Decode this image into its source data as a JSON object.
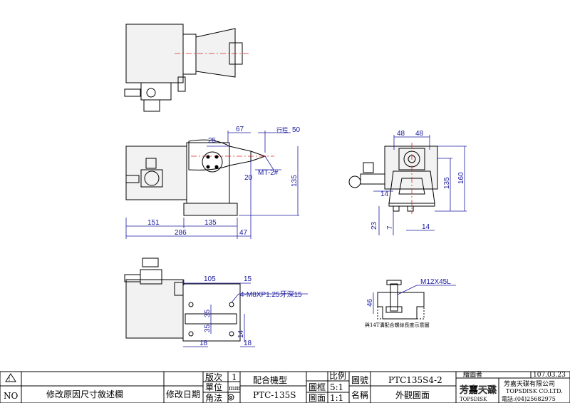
{
  "dimensions": {
    "top_view": {},
    "front_view": {
      "d25": "25",
      "d67": "67",
      "stroke_label": "行程",
      "d50": "50",
      "mt": "MT-2#",
      "d20": "20",
      "d135v": "135",
      "d151": "151",
      "d135h": "135",
      "d286": "286",
      "d47": "47"
    },
    "side_view": {
      "d48a": "48",
      "d48b": "48",
      "d135": "135",
      "d160": "160",
      "d14a": "14",
      "d23": "23",
      "d7": "7",
      "d14b": "14"
    },
    "bottom_view": {
      "d105": "105",
      "d15": "15",
      "hole_spec": "4-M8XP1.25牙深15",
      "d35a": "35",
      "d35b": "35",
      "d14": "14",
      "d18a": "18",
      "d18b": "18"
    },
    "detail_view": {
      "bolt": "M12X45L",
      "d46": "46",
      "note": "與14T溝配合螺絲長度示意圖"
    }
  },
  "title_block": {
    "no_label": "NO",
    "revision_label": "修改原因尺寸敘述欄",
    "revision_date_label": "修改日期",
    "edition_label": "版次",
    "edition_value": "1",
    "unit_label": "單位",
    "unit_value": "mm",
    "angle_label": "角法",
    "model_label": "配合機型",
    "model_value": "PTC-135S",
    "scale_label": "比例",
    "scale_frame_label": "圖框",
    "scale_frame_value": "5:1",
    "scale_face_label": "圖面",
    "scale_face_value": "1:1",
    "drawing_no_label": "圖號",
    "drawing_no_value": "PTC135S4-2",
    "name_label": "名稱",
    "name_value": "外觀圖面",
    "drafter_label": "繪圖者",
    "date_value": "107.03.23",
    "logo_text": "芳嘉天碟",
    "logo_subtext": "TOPSDISK",
    "company_cn": "芳嘉天碟有限公司",
    "company_en": "TOPSDISK CO.LTD.",
    "phone": "電話:(04)25682975"
  }
}
